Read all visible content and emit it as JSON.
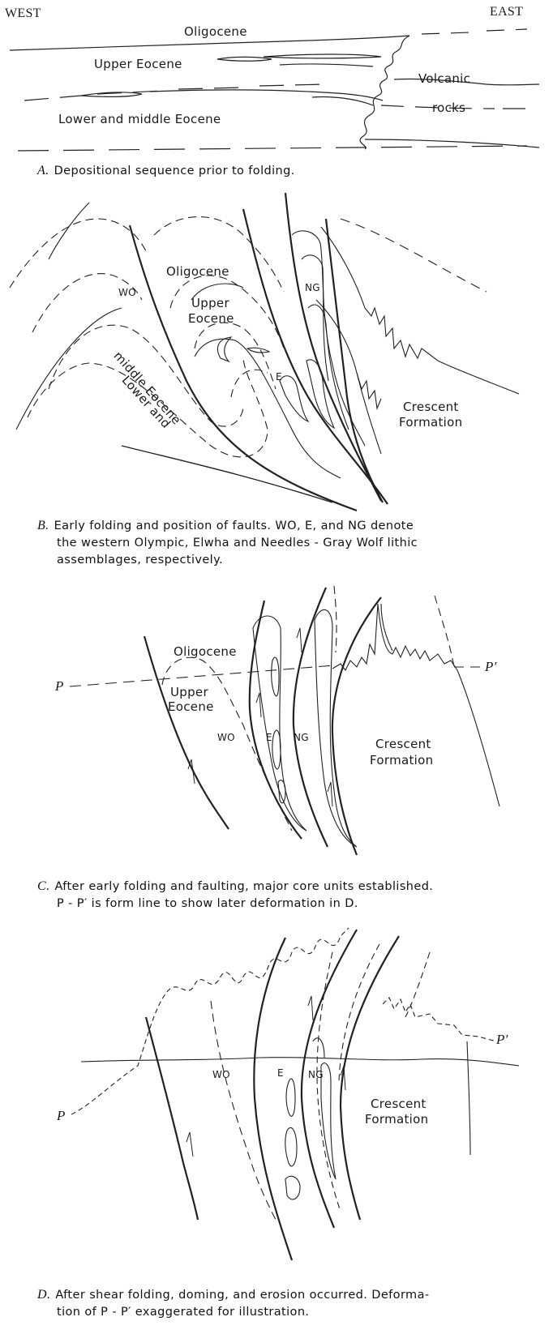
{
  "panelA": {
    "west": "WEST",
    "east": "EAST",
    "oligocene": "Oligocene",
    "upper_eocene": "Upper Eocene",
    "volcanic": "Volcanic",
    "rocks": "rocks",
    "lower_middle_eocene": "Lower and middle Eocene",
    "caption_letter": "A.",
    "caption": "Depositional sequence prior to folding."
  },
  "panelB": {
    "oligocene": "Oligocene",
    "upper": "Upper",
    "eocene": "Eocene",
    "wo": "WO",
    "ng": "NG",
    "e": "E",
    "lower_and": "Lower and",
    "middle_eocene": "middle Eocene",
    "crescent": "Crescent",
    "formation": "Formation",
    "caption_letter": "B.",
    "caption_line1": "Early folding and position of faults. WO, E, and NG denote",
    "caption_line2": "the western Olympic, Elwha and Needles - Gray Wolf lithic",
    "caption_line3": "assemblages, respectively."
  },
  "panelC": {
    "oligocene": "Oligocene",
    "upper": "Upper",
    "eocene": "Eocene",
    "p": "P",
    "p_prime": "P′",
    "wo": "WO",
    "e": "E",
    "ng": "NG",
    "crescent": "Crescent",
    "formation": "Formation",
    "caption_letter": "C.",
    "caption_line1": "After early folding and faulting, major core units established.",
    "caption_line2": "P - P′ is form line to show later deformation in D."
  },
  "panelD": {
    "p": "P",
    "p_prime": "P′",
    "wo": "WO",
    "e": "E",
    "ng": "NG",
    "crescent": "Crescent",
    "formation": "Formation",
    "caption_letter": "D.",
    "caption_line1": "After shear folding, doming, and erosion occurred. Deforma-",
    "caption_line2": "tion of P - P′ exaggerated for illustration."
  }
}
